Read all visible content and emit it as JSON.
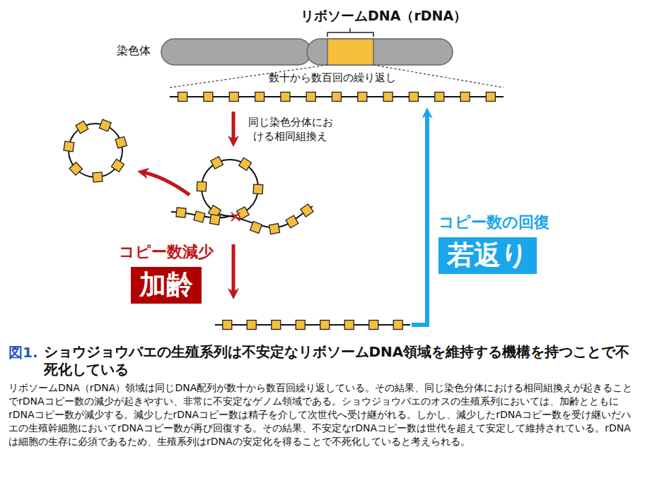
{
  "diagram": {
    "title": "ショウジョウバエの生殖系列は不安定なリボソームDNA領域を維持する機構を持つことで不死化している",
    "caption": "リボソームDNA（rDNA）領域は同じDNA配列が数十から数百回繰り返している。その結果、同じ染色分体における相同組換えが起きることでrDNAコピー数の減少が起きやすい、非常に不安定なゲノム領域である。ショウジョウバエのオスの生殖系列においては、加齢とともにrDNAコピー数が減少する。減少したrDNAコピー数は精子を介して次世代へ受け継がれる。しかし、減少したrDNAコピー数を受け継いだハエの生殖幹細胞においてrDNAコピー数が再び回復する。その結果、不安定なrDNAコピー数は世代を超えて安定して維持されている。rDNAは細胞の生存に必須であるため、生殖系列はrDNAの安定化を得ることで不死化していると考えられる。",
    "nodes": [
      {
        "text": [
          "コピー数減少",
          "加齢"
        ]
      },
      {
        "text": [
          "コピー数の回復",
          "若返り"
        ]
      }
    ],
    "labels": [
      "リボソームDNA（rDNA）",
      "染色体",
      "数十から数百回の繰り返し",
      "同じ染色分体における相同組換え",
      "図1."
    ]
  }
}
